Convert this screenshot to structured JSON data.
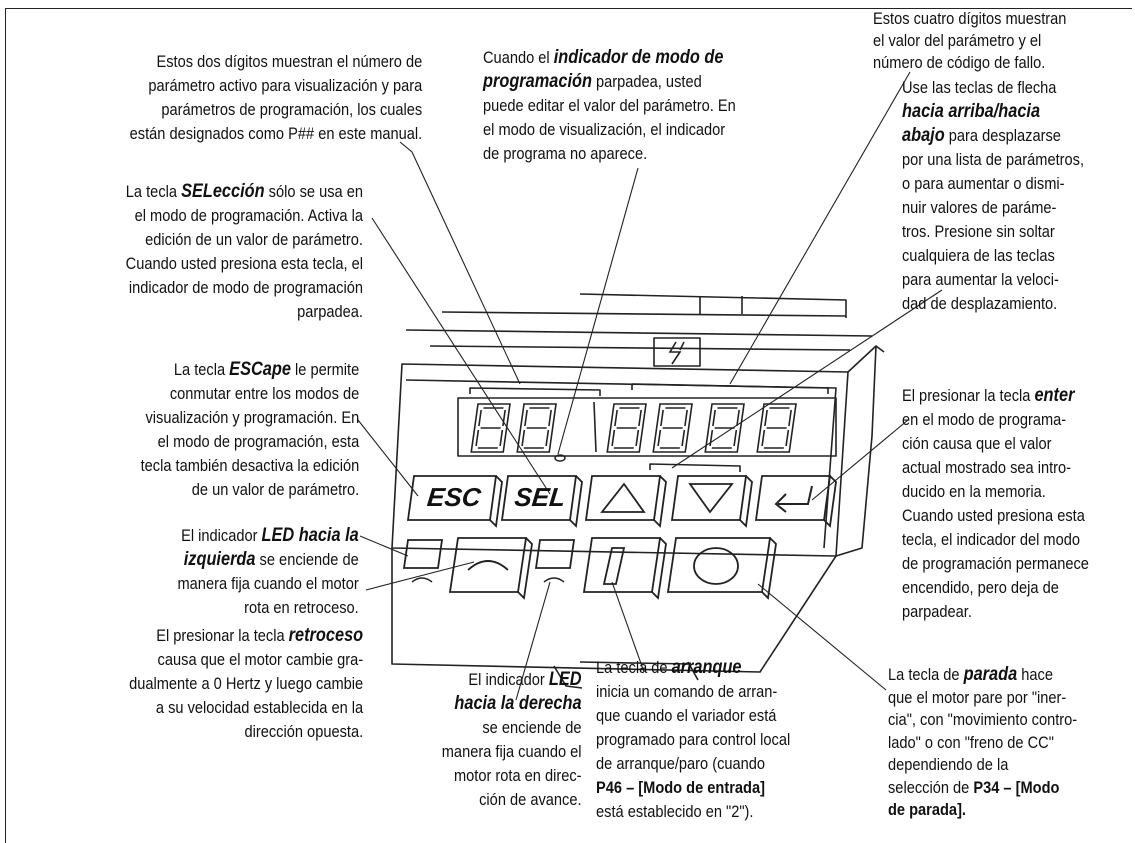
{
  "callouts": {
    "param_number": {
      "l1": "Estos dos dígitos muestran el número de",
      "l2": "parámetro activo para visualización y para",
      "l3": "parámetros de programación, los cuales",
      "l4": "están designados como P## en este manual."
    },
    "prog_indicator": {
      "l1a": "Cuando el ",
      "l1b": "indicador de modo de",
      "l2a": "programación",
      "l2b": " parpadea, usted",
      "l3": "puede editar el valor del parámetro. En",
      "l4": "el modo de visualización, el indicador",
      "l5": "de programa no aparece."
    },
    "four_digits": {
      "l1": "Estos cuatro dígitos muestran",
      "l2": "el valor del parámetro y el",
      "l3": "número de código de fallo."
    },
    "arrows": {
      "l1": "Use las teclas de flecha",
      "l2": "hacia arriba/hacia",
      "l3a": "abajo",
      "l3b": "   para desplazarse",
      "l4": "por una lista de parámetros,",
      "l5": "o para aumentar o dismi-",
      "l6": "nuir valores de paráme-",
      "l7": "tros. Presione sin soltar",
      "l8": "cualquiera de las teclas",
      "l9": "para aumentar la veloci-",
      "l10": "dad de desplazamiento."
    },
    "sel": {
      "l1a": "La tecla ",
      "l1b": "SELección",
      "l1c": " sólo se usa en",
      "l2": "el modo de programación. Activa la",
      "l3": "edición de un valor de parámetro.",
      "l4": "Cuando usted presiona esta tecla, el",
      "l5": "indicador de modo de programación",
      "l6": "parpadea."
    },
    "esc": {
      "l1a": "La tecla ",
      "l1b": "ESCape",
      "l1c": " le permite",
      "l2": "conmutar entre los modos de",
      "l3": "visualización y programación. En",
      "l4": "el modo de programación, esta",
      "l5": "tecla también desactiva la edición",
      "l6": "de un valor de parámetro."
    },
    "enter": {
      "l1a": "El presionar la tecla ",
      "l1b": "enter",
      "l2": "en el modo de programa-",
      "l3": "ción causa que el valor",
      "l4": "actual mostrado sea intro-",
      "l5": "ducido en la memoria.",
      "l6": "Cuando usted presiona esta",
      "l7": "tecla, el indicador del modo",
      "l8": "de programación permanece",
      "l9": "encendido, pero deja de",
      "l10": "parpadear."
    },
    "led_left": {
      "l1a": "El indicador ",
      "l1b": "LED hacia la",
      "l2": "izquierda",
      "l2b": " se enciende de",
      "l3": "manera fija cuando el motor",
      "l4": "rota en retroceso."
    },
    "reverse": {
      "l1a": "El presionar la tecla ",
      "l1b": "retroceso",
      "l2": "causa que el motor cambie gra-",
      "l3": "dualmente a 0 Hertz y luego cambie",
      "l4": "a su velocidad establecida en la",
      "l5": "dirección opuesta."
    },
    "led_right": {
      "l1a": "El indicador ",
      "l1b": "LED",
      "l2": "hacia la derecha",
      "l3": "se enciende de",
      "l4": "manera fija cuando el",
      "l5": "motor rota en direc-",
      "l6": "ción de avance."
    },
    "start": {
      "l1a": "La tecla de ",
      "l1b": "arranque",
      "l2": "inicia un comando de arran-",
      "l3": "que cuando el variador está",
      "l4": "programado para control local",
      "l5": "de arranque/paro (cuando",
      "l6": "P46 – [Modo de entrada]",
      "l7": "está establecido en \"2\")."
    },
    "stop": {
      "l1a": "La tecla de ",
      "l1b": "parada",
      "l1c": " hace",
      "l2": "que el motor pare por \"iner-",
      "l3": "cia\", con \"movimiento contro-",
      "l4": "lado\" o con \"freno de CC\"",
      "l5": "dependiendo de la",
      "l6a": "selección de ",
      "l6b": "P34 – [Modo",
      "l7": "de parada]."
    }
  },
  "keypad": {
    "esc_label": "ESC",
    "sel_label": "SEL"
  },
  "icons": [
    "up-arrow-icon",
    "down-arrow-icon",
    "enter-icon",
    "reverse-icon",
    "start-icon",
    "stop-icon",
    "lightning-icon"
  ]
}
